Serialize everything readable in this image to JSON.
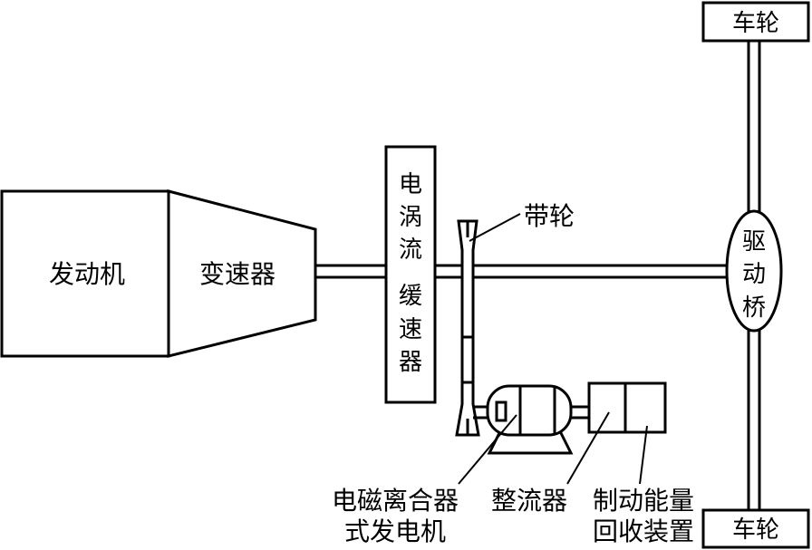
{
  "labels": {
    "engine": "发动机",
    "gearbox": "变速器",
    "retarder": [
      "电",
      "涡",
      "流",
      "缓",
      "速",
      "器"
    ],
    "pulley": "带轮",
    "drive_axle": [
      "驱",
      "动",
      "桥"
    ],
    "wheel_top": "车轮",
    "wheel_bottom": "车轮",
    "generator": [
      "电磁离合器",
      "式发电机"
    ],
    "rectifier": "整流器",
    "recovery": [
      "制动能量",
      "回收装置"
    ]
  }
}
